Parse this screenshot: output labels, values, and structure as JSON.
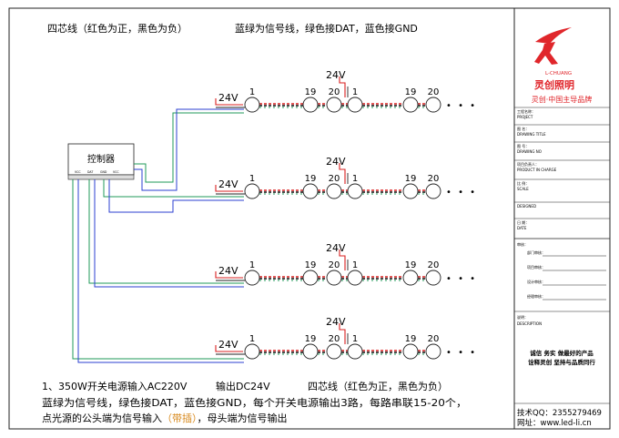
{
  "header": {
    "note": "四芯线（红色为正，黑色为负）",
    "signal": "蓝绿为信号线，绿色接DAT，蓝色接GND"
  },
  "controller": {
    "label": "控制器",
    "pins": [
      "VCC",
      "DAT",
      "GND",
      "VCC"
    ]
  },
  "strings": [
    {
      "supply": "24V",
      "mid_supply": "24V",
      "labels": [
        "1",
        "19",
        "20",
        "1",
        "19",
        "20"
      ],
      "ellipsis": "• • •"
    },
    {
      "supply": "24V",
      "mid_supply": "24V",
      "labels": [
        "1",
        "19",
        "20",
        "1",
        "19",
        "20"
      ],
      "ellipsis": "• • •"
    },
    {
      "supply": "24V",
      "mid_supply": "24V",
      "labels": [
        "1",
        "19",
        "20",
        "1",
        "19",
        "20"
      ],
      "ellipsis": "• • •"
    },
    {
      "supply": "24V",
      "mid_supply": "24V",
      "labels": [
        "1",
        "19",
        "20",
        "1",
        "19",
        "20"
      ],
      "ellipsis": "• • •"
    }
  ],
  "notes": {
    "line1_a": "1、350W开关电源输入AC220V",
    "line1_b": "输出DC24V",
    "line1_c": "四芯线（红色为正，黑色为负）",
    "line2": "蓝绿为信号线，绿色接DAT，蓝色接GND，每个开关电源输出3路，每路串联15-20个，",
    "line3_a": "点光源的公头端为信号输入",
    "line3_hl": "（带插）",
    "line3_b": "，母头端为信号输出"
  },
  "titleblock": {
    "brand_en": "L-CHUANG",
    "brand_cn": "灵创照明",
    "slogan": "灵创·中国主导品牌",
    "fields": [
      {
        "cn": "工程名称：",
        "en": "PROJECT"
      },
      {
        "cn": "图 名：",
        "en": "DRAWING TITLE"
      },
      {
        "cn": "图 号：",
        "en": "DRAWING NO"
      },
      {
        "cn": "项目负责人：",
        "en": "PRODUCT IN CHARGE"
      },
      {
        "cn": "比 例：",
        "en": "SCALE"
      },
      {
        "cn": "DESIGNED",
        "en": ""
      },
      {
        "cn": "日 期：",
        "en": "DATE"
      }
    ],
    "review_title": "审核：",
    "reviews": [
      "部门审核：",
      "项目审核：",
      "设计审核：",
      "经理审核："
    ],
    "desc_cn": "说明：",
    "desc_en": "DESCRIPTION",
    "motto1": "诚信  务实  做最好的产品",
    "motto2": "诠释灵创  坚持与品质同行",
    "qq": "技术QQ：2355279469",
    "website": "网址：www.led-li.cn"
  },
  "colors": {
    "red": "#d82020",
    "green": "#1f9a5a",
    "blue": "#2b3fd0",
    "brand_red": "#e0262b"
  }
}
